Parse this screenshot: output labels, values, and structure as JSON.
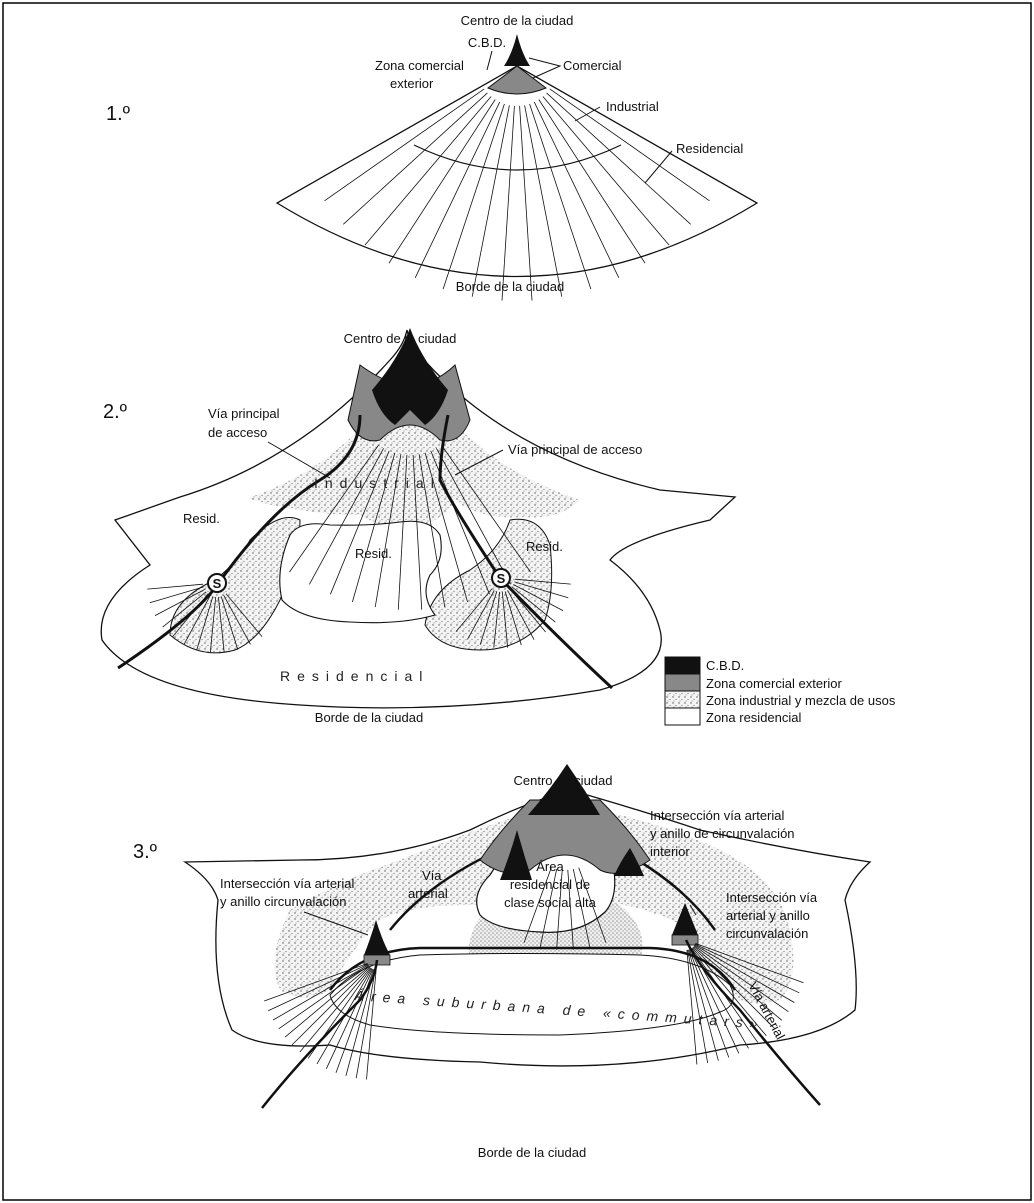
{
  "colors": {
    "cbd": "#111111",
    "commercial": "#888888",
    "industrial": "#d9d9d9",
    "residential": "#ffffff",
    "line": "#111111"
  },
  "panel1": {
    "number": "1.º",
    "center": "Centro de la ciudad",
    "cbd": "C.B.D.",
    "outer_commercial_1": "Zona comercial",
    "outer_commercial_2": "exterior",
    "commercial": "Comercial",
    "industrial": "Industrial",
    "residential": "Residencial",
    "edge": "Borde de la ciudad"
  },
  "panel2": {
    "number": "2.º",
    "center": "Centro de la ciudad",
    "main_road_left_1": "Vía principal",
    "main_road_left_2": "de acceso",
    "main_road_right": "Vía principal de acceso",
    "industrial": "Industrial",
    "resid_left": "Resid.",
    "resid_center": "Resid.",
    "resid_right": "Resid.",
    "station_left": "S",
    "station_right": "S",
    "residential": "Residencial",
    "edge": "Borde de la ciudad"
  },
  "legend": [
    {
      "label": "C.B.D.",
      "swatch": "cbd"
    },
    {
      "label": "Zona comercial exterior",
      "swatch": "commercial"
    },
    {
      "label": "Zona industrial y mezcla de usos",
      "swatch": "industrial"
    },
    {
      "label": "Zona residencial",
      "swatch": "residential"
    }
  ],
  "panel3": {
    "number": "3.º",
    "center": "Centro de ciudad",
    "inner_ring_1": "Intersección vía arterial",
    "inner_ring_2": "y anillo de circunvalación",
    "inner_ring_3": "interior",
    "left_ring_1": "Intersección vía arterial",
    "left_ring_2": "y anillo circunvalación",
    "right_ring_1": "Intersección vía",
    "right_ring_2": "arterial y anillo",
    "right_ring_3": "circunvalación",
    "arterial_1": "Vía",
    "arterial_2": "arterial",
    "arterial_right": "Vía arterial",
    "upper_class_1": "Área",
    "upper_class_2": "residencial de",
    "upper_class_3": "clase social alta",
    "suburban": "Área suburbana de «commutars»",
    "edge": "Borde de la ciudad"
  }
}
